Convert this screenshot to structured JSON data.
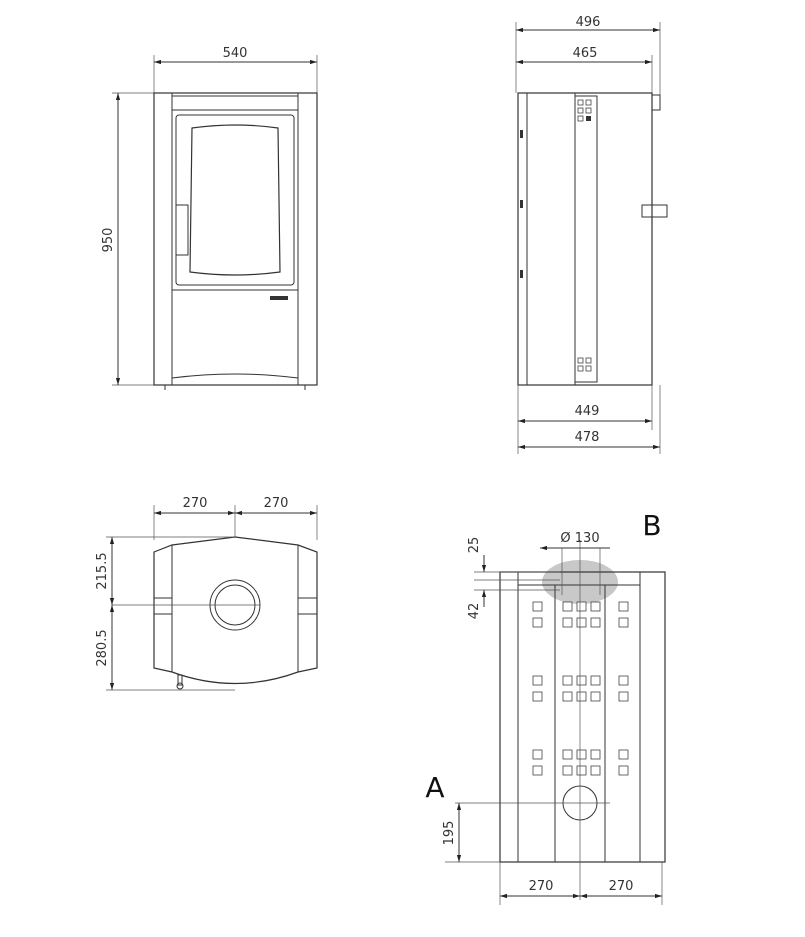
{
  "front_view": {
    "width": "540",
    "height": "950"
  },
  "side_view": {
    "top_outer": "496",
    "top_inner": "465",
    "bottom_inner": "449",
    "bottom_outer": "478"
  },
  "top_view": {
    "left_half": "270",
    "right_half": "270",
    "front_depth": "215.5",
    "rear_depth": "280.5"
  },
  "rear_view": {
    "flue_diameter": "Ø 130",
    "offset_top": "25",
    "offset_flue": "42",
    "label_b": "B",
    "label_a": "A",
    "inlet_height": "195",
    "left_half": "270",
    "right_half": "270",
    "highlight_color": "#c8c8c8"
  }
}
